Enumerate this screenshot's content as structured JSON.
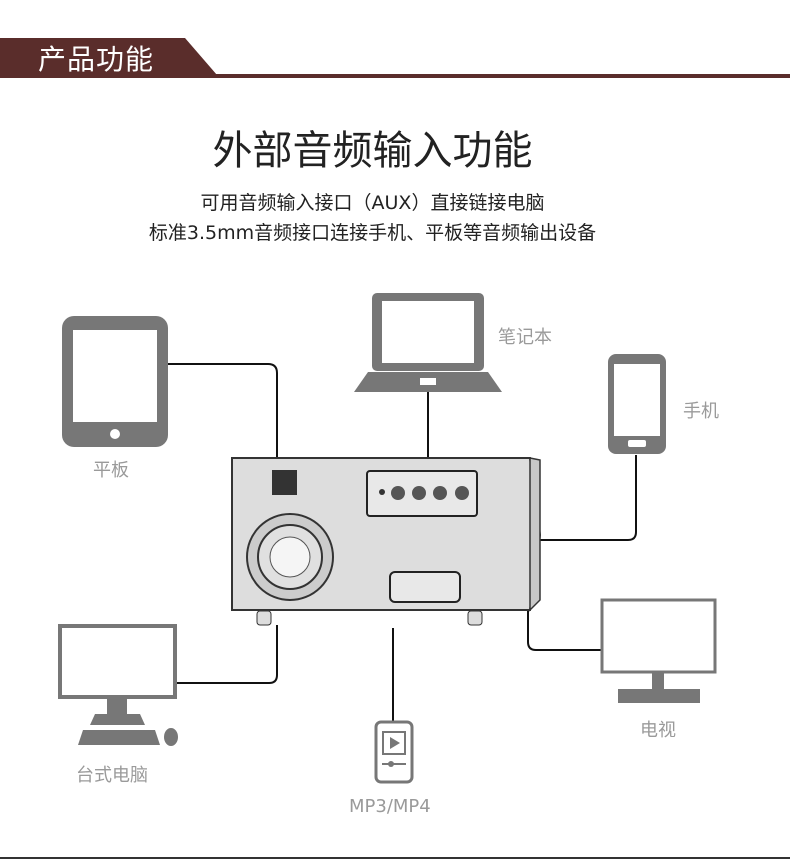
{
  "header": {
    "section_title": "产品功能",
    "accent_color": "#5a2d2b"
  },
  "main": {
    "title": "外部音频输入功能",
    "subtitle_lines": [
      "可用音频输入接口（AUX）直接链接电脑",
      "标准3.5mm音频接口连接手机、平板等音频输出设备"
    ]
  },
  "devices": {
    "tablet": "平板",
    "laptop": "笔记本",
    "phone": "手机",
    "desktop": "台式电脑",
    "mp3": "MP3/MP4",
    "tv": "电视"
  }
}
